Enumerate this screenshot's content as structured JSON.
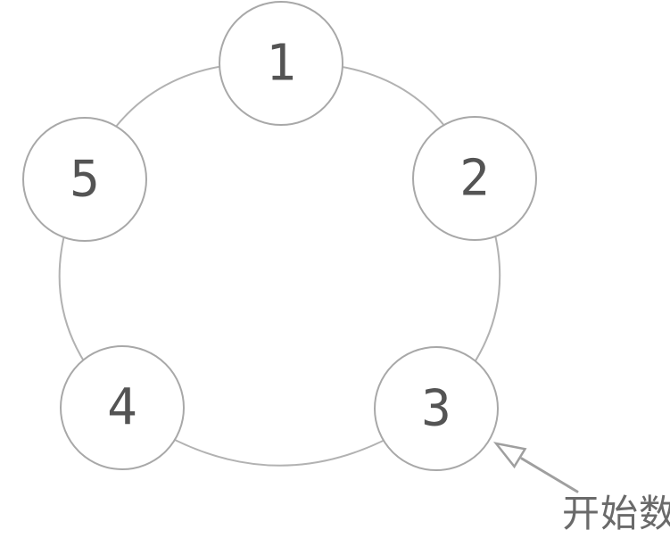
{
  "diagram": {
    "nodes": [
      {
        "label": "1"
      },
      {
        "label": "2"
      },
      {
        "label": "3"
      },
      {
        "label": "4"
      },
      {
        "label": "5"
      }
    ],
    "annotation": {
      "label": "开始数",
      "points_to_node": "3"
    },
    "colors": {
      "background": "#ffffff",
      "ring_stroke": "#b2b2b2",
      "node_stroke": "#a8a8a8",
      "node_fill": "#ffffff",
      "node_text": "#545454",
      "arrow_stroke": "#9f9f9f",
      "arrow_head_fill": "#ffffff",
      "annotation_text": "#6a6a6a"
    }
  }
}
